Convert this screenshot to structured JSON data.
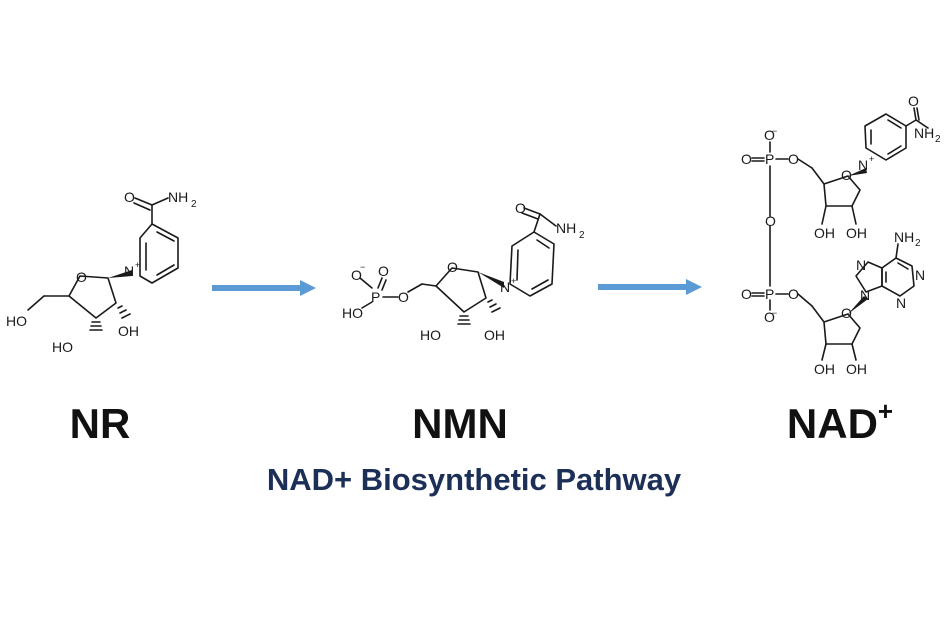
{
  "caption": "NAD+ Biosynthetic Pathway",
  "colors": {
    "arrow": "#5b9bd5",
    "caption": "#1c2f57",
    "bonds": "#1a1a1a"
  },
  "molecules": [
    {
      "name": "NR",
      "name_sup": "",
      "atom_labels": {
        "carbonyl_o": "O",
        "amide_n": "NH",
        "amide_n_sub": "2",
        "ring_n": "N",
        "ring_n_charge": "+",
        "ring_o": "O",
        "ch2_oh": "HO",
        "c2_oh": "OH",
        "c3_oh": "HO"
      }
    },
    {
      "name": "NMN",
      "name_sup": "",
      "atom_labels": {
        "carbonyl_o": "O",
        "amide_n": "NH",
        "amide_n_sub": "2",
        "ring_n": "N",
        "ring_n_charge": "+",
        "ring_o": "O",
        "ester_o": "O",
        "phosphorus": "P",
        "p_o_minus": "O",
        "p_o_minus_charge": "−",
        "p_double_o": "O",
        "p_oh": "HO",
        "c2_oh": "OH",
        "c3_oh": "HO"
      }
    },
    {
      "name": "NAD",
      "name_sup": "+",
      "atom_labels": {
        "carbonyl_o": "O",
        "amide_n": "NH",
        "amide_n_sub": "2",
        "ring_n": "N",
        "ring_n_charge": "+",
        "ring_o_top": "O",
        "ring_o_bottom": "O",
        "p_top": "P",
        "p_bottom": "P",
        "o_minus": "O",
        "o_minus_charge": "−",
        "o_double": "O",
        "o_bridge": "O",
        "o_ester": "O",
        "oh_left": "OH",
        "oh_right": "OH",
        "adenine_nh2": "NH",
        "adenine_nh2_sub": "2",
        "adenine_n": "N"
      }
    }
  ],
  "arrows": [
    {
      "from": "NR",
      "to": "NMN"
    },
    {
      "from": "NMN",
      "to": "NAD"
    }
  ]
}
